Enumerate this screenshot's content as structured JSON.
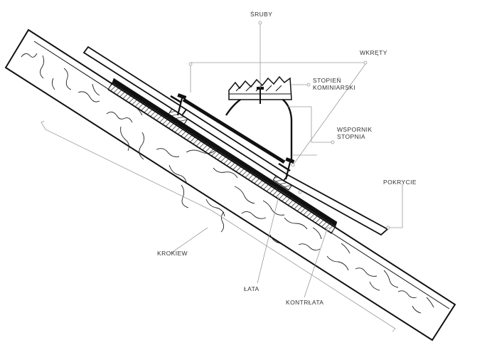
{
  "labels": {
    "sruby": "ŚRUBY",
    "wkrety": "WKRĘTY",
    "stopien_line1": "STOPIEŃ",
    "stopien_line2": "KOMINIARSKI",
    "wspornik_line1": "WSPORNIK",
    "wspornik_line2": "STOPNIA",
    "pokrycie": "POKRYCIE",
    "krokiew": "KROKIEW",
    "lata": "ŁATA",
    "kontrlata": "KONTRŁATA"
  },
  "colors": {
    "ink": "#111111",
    "leader": "#9a9a9a",
    "text": "#333333"
  }
}
